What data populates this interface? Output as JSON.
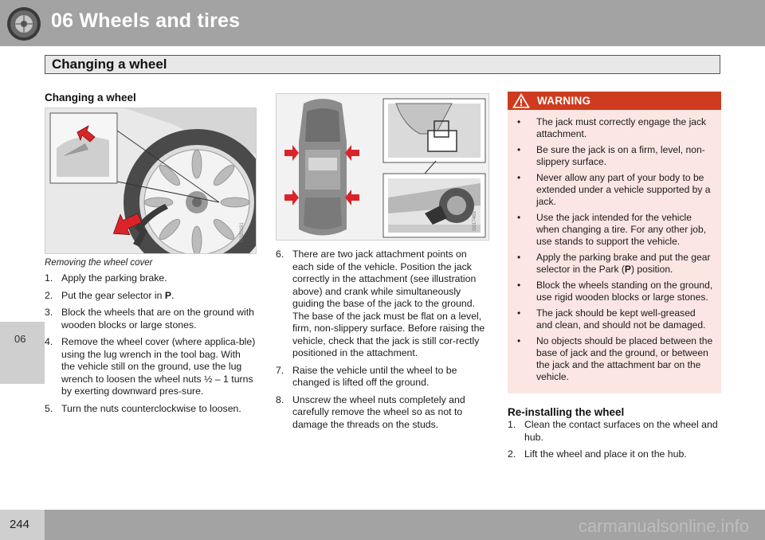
{
  "header": {
    "chapter_title": "06  Wheels and tires",
    "section_title": "Changing a wheel",
    "tab_label": "06",
    "icon": "tire-icon"
  },
  "footer": {
    "page_number": "244",
    "watermark": "carmanualsonline.info"
  },
  "column1": {
    "heading": "Changing a wheel",
    "figure_code": "G020191",
    "caption": "Removing the wheel cover",
    "steps": [
      {
        "num": "1.",
        "text": "Apply the parking brake."
      },
      {
        "num": "2.",
        "text_before": "Put the gear selector in ",
        "bold": "P",
        "text_after": "."
      },
      {
        "num": "3.",
        "text": "Block the wheels that are on the ground with wooden blocks or large stones."
      },
      {
        "num": "4.",
        "text": "Remove the wheel cover (where applica-ble) using the lug wrench in the tool bag. With the vehicle still on the ground, use the lug wrench to loosen the wheel nuts ½ – 1 turns by exerting downward pres-sure."
      },
      {
        "num": "5.",
        "text": "Turn the nuts counterclockwise to loosen."
      }
    ]
  },
  "column2": {
    "figure_code": "G017465",
    "steps": [
      {
        "num": "6.",
        "text": "There are two jack attachment points on each side of the vehicle. Position the jack correctly in the attachment (see illustration above) and crank while simultaneously guiding the base of the jack to the ground. The base of the jack must be flat on a level, firm, non-slippery surface. Before raising the vehicle, check that the jack is still cor-rectly positioned in the attachment."
      },
      {
        "num": "7.",
        "text": "Raise the vehicle until the wheel to be changed is lifted off the ground."
      },
      {
        "num": "8.",
        "text": "Unscrew the wheel nuts completely and carefully remove the wheel so as not to damage the threads on the studs."
      }
    ]
  },
  "column3": {
    "warning_title": "WARNING",
    "warning_items": [
      {
        "text": "The jack must correctly engage the jack attachment."
      },
      {
        "text": "Be sure the jack is on a firm, level, non-slippery surface."
      },
      {
        "text": "Never allow any part of your body to be extended under a vehicle supported by a jack."
      },
      {
        "text": "Use the jack intended for the vehicle when changing a tire. For any other job, use stands to support the vehicle."
      },
      {
        "text_before": "Apply the parking brake and put the gear selector in the Park (",
        "bold": "P",
        "text_after": ") position."
      },
      {
        "text": "Block the wheels standing on the ground, use rigid wooden blocks or large stones."
      },
      {
        "text": "The jack should be kept well-greased and clean, and should not be damaged."
      },
      {
        "text": "No objects should be placed between the base of jack and the ground, or between the jack and the attachment bar on the vehicle."
      }
    ],
    "reinstall_heading": "Re-installing the wheel",
    "reinstall_steps": [
      {
        "num": "1.",
        "text": "Clean the contact surfaces on the wheel and hub."
      },
      {
        "num": "2.",
        "text": "Lift the wheel and place it on the hub."
      }
    ]
  },
  "colors": {
    "header_gray": "#a3a3a3",
    "warning_red": "#cf3b1e",
    "warning_bg": "#fbe6e3",
    "arrow_red": "#d9242a"
  }
}
